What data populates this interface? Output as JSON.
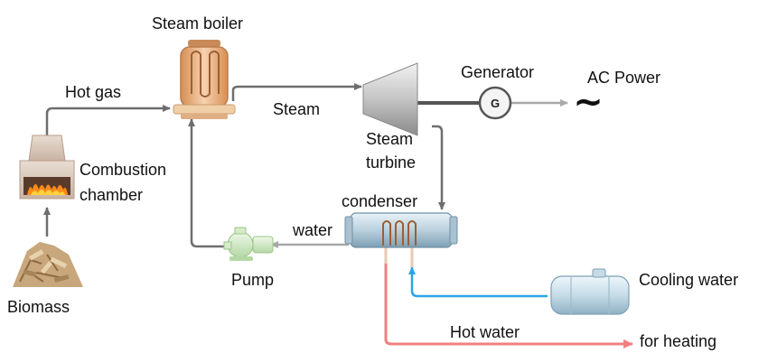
{
  "labels": {
    "steam_boiler": "Steam boiler",
    "hot_gas": "Hot gas",
    "steam": "Steam",
    "generator": "Generator",
    "generator_symbol": "G",
    "ac_power": "AC Power",
    "ac_symbol": "~",
    "steam_turbine_line1": "Steam",
    "steam_turbine_line2": "turbine",
    "combustion_line1": "Combustion",
    "combustion_line2": "chamber",
    "condenser": "condenser",
    "water": "water",
    "pump": "Pump",
    "biomass": "Biomass",
    "cooling_water": "Cooling water",
    "hot_water": "Hot water",
    "for_heating": "for heating"
  },
  "colors": {
    "pipe_gray": "#6e6e6e",
    "power_gray": "#a8a8a8",
    "cooling_blue": "#2aa6e6",
    "hot_red": "#f08080",
    "boiler_copper": "#e2a978",
    "flame": "#ff8a1c",
    "pump_green": "#cfe8c4"
  }
}
